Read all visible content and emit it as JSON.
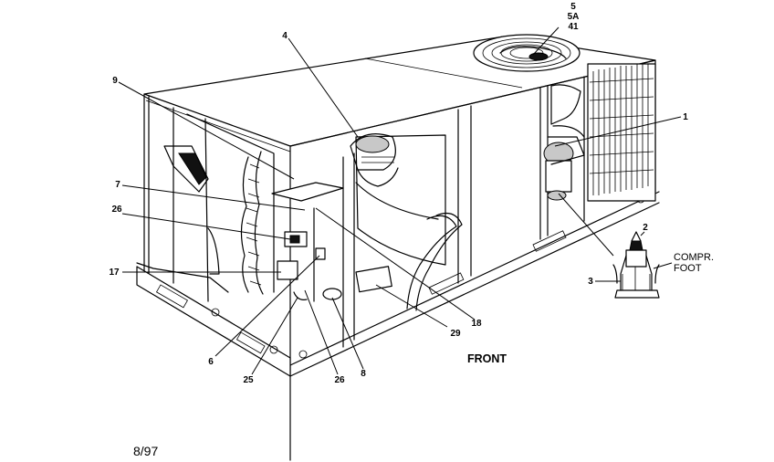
{
  "diagram": {
    "callouts": {
      "c1": "1",
      "c2": "2",
      "c3": "3",
      "c4": "4",
      "c5": "5",
      "c5a": "5A",
      "c41": "41",
      "c6": "6",
      "c7": "7",
      "c8": "8",
      "c9": "9",
      "c17": "17",
      "c18": "18",
      "c25": "25",
      "c26a": "26",
      "c26b": "26",
      "c29": "29"
    },
    "front_label": "FRONT",
    "compressor_label_line1": "COMPR.",
    "compressor_label_line2": "FOOT",
    "date_code": "8/97"
  }
}
